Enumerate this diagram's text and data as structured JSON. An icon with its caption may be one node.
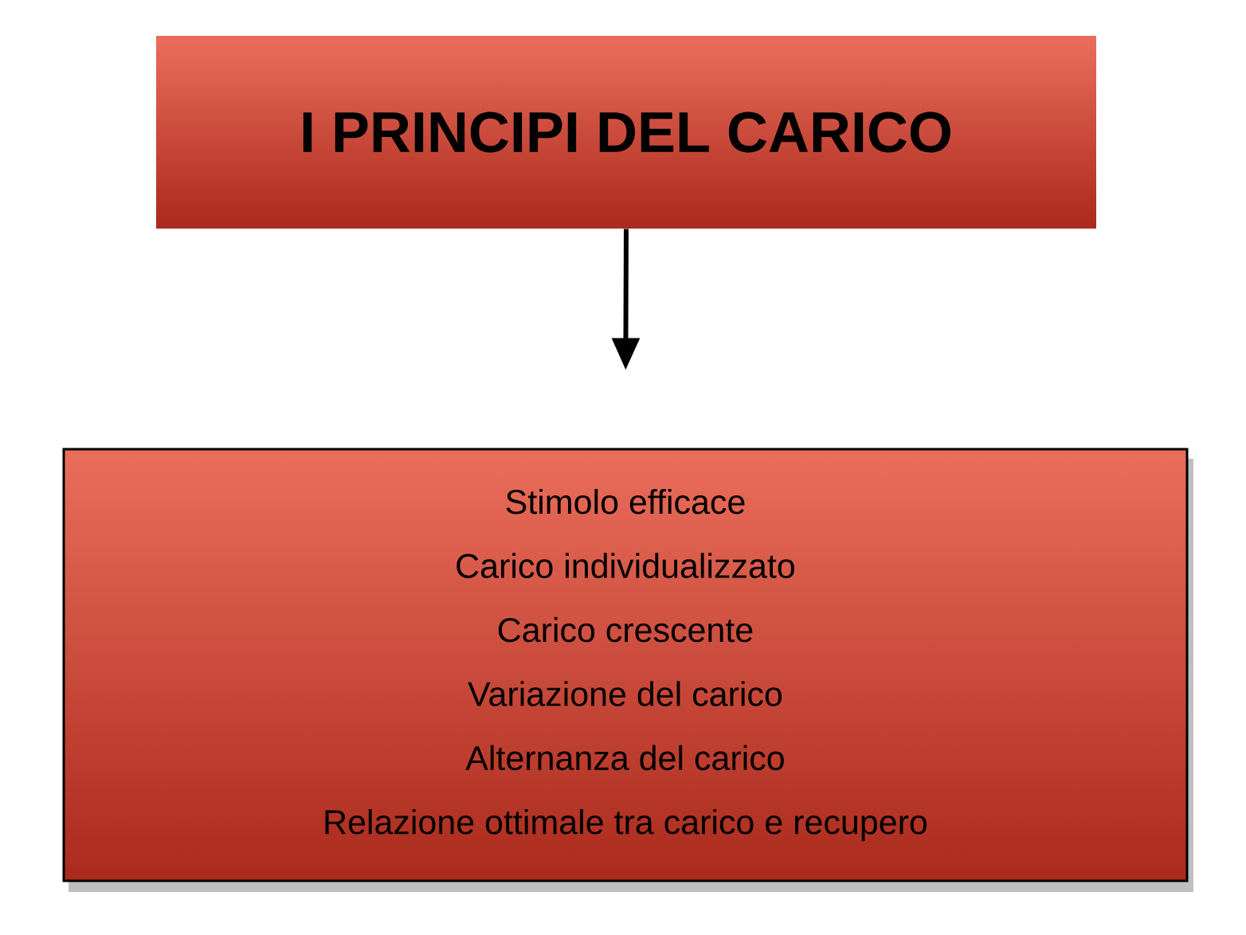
{
  "diagram": {
    "nodes": [
      {
        "text": [
          "I PRINCIPI DEL CARICO"
        ]
      },
      {
        "text": [
          "Stimolo efficace",
          "Carico individualizzato",
          "Carico crescente",
          "Variazione del carico",
          "Alternanza del carico",
          "Relazione ottimale tra carico e recupero"
        ]
      }
    ],
    "edges": [
      {
        "from": 0,
        "to": 1,
        "arrow": "to"
      }
    ]
  }
}
